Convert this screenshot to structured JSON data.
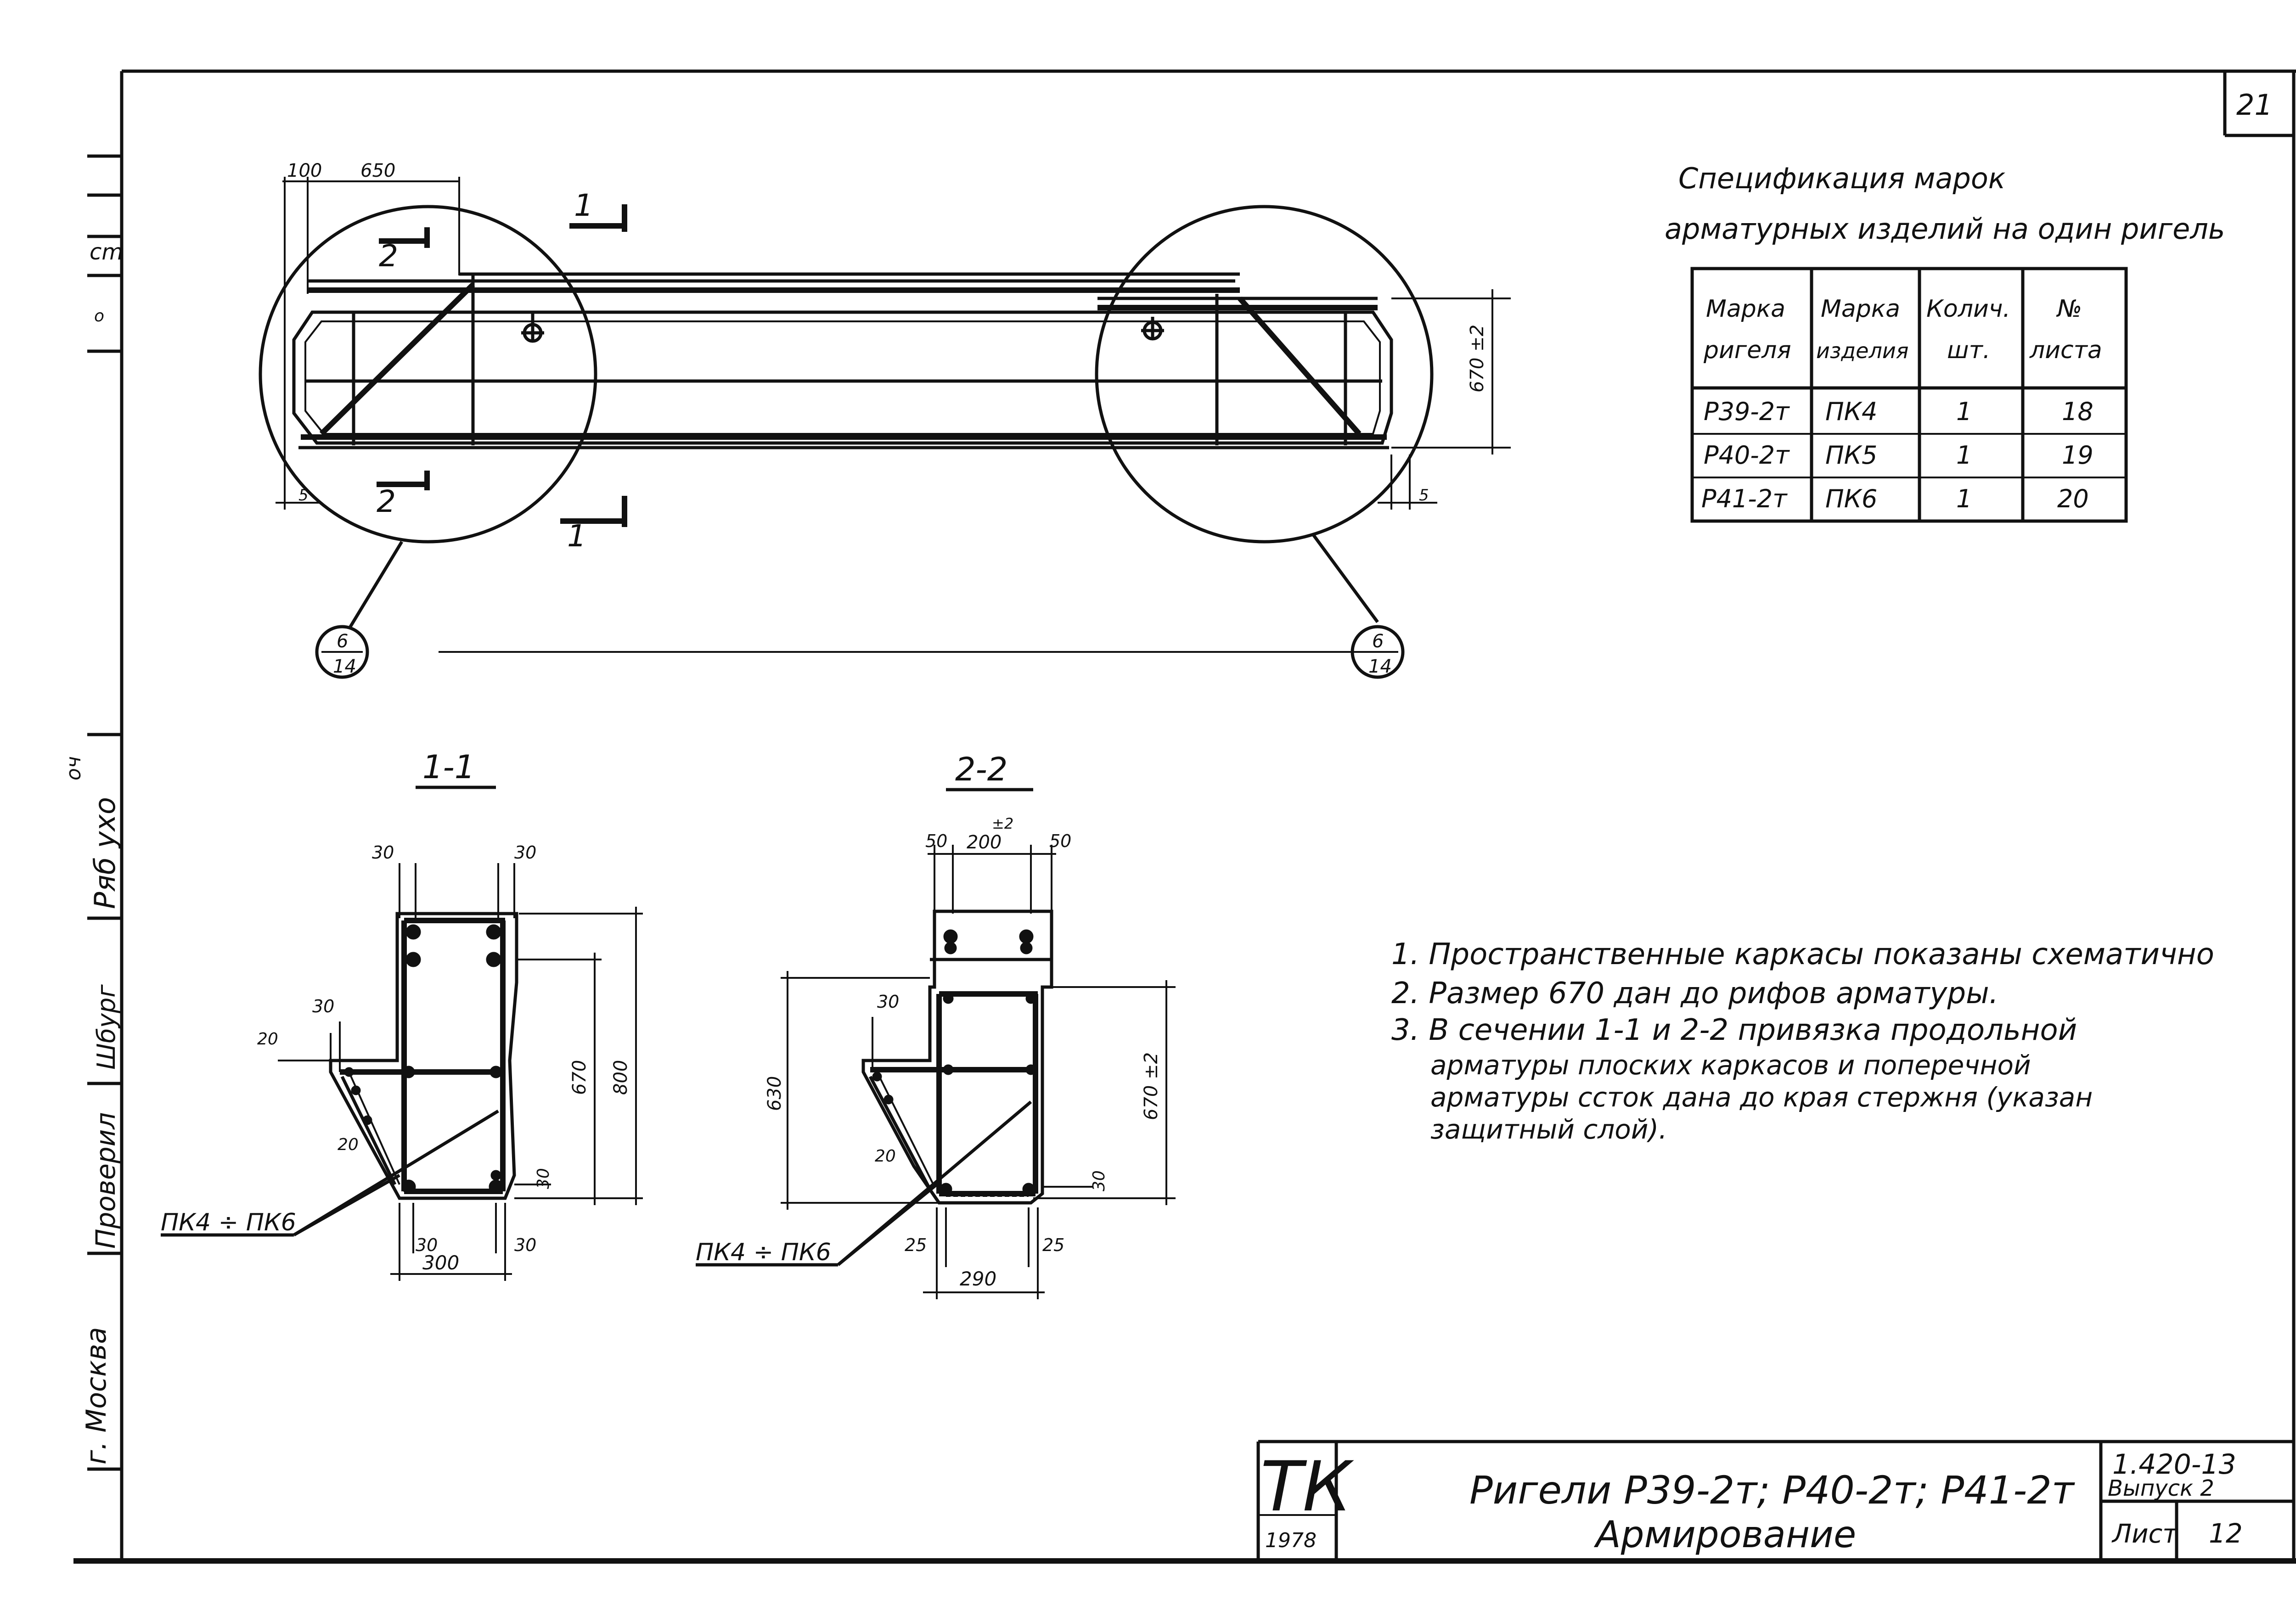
{
  "sheet_number": "21",
  "spec": {
    "title_line1": "Спецификация марок",
    "title_line2": "арматурных изделий на один ригель",
    "headers": [
      "Марка ригеля",
      "Марка изделия",
      "Колич. шт.",
      "№ листа"
    ],
    "header_lines": [
      [
        "Марка",
        "ригеля"
      ],
      [
        "Марка",
        "изделия"
      ],
      [
        "Колич.",
        "шт."
      ],
      [
        "№",
        "листа"
      ]
    ],
    "rows": [
      [
        "Р39-2т",
        "ПК4",
        "1",
        "18"
      ],
      [
        "Р40-2т",
        "ПК5",
        "1",
        "19"
      ],
      [
        "Р41-2т",
        "ПК6",
        "1",
        "20"
      ]
    ]
  },
  "elevation": {
    "dim_100": "100",
    "dim_650": "650",
    "dim_670": "670 ±2",
    "dim_5_left": "5",
    "dim_5_right": "5",
    "cut1_top": "1",
    "cut1_bottom": "1",
    "cut2_top": "2",
    "cut2_bottom": "2",
    "callout_left_top": "6",
    "callout_left_bottom": "14",
    "callout_right_top": "6",
    "callout_right_bottom": "14"
  },
  "section_1_1": {
    "title": "1-1",
    "dims": {
      "d30_left": "30",
      "d30_right": "30",
      "d30_shelf": "30",
      "d20_top": "20",
      "d20_slope": "20",
      "d670": "670",
      "d800": "800",
      "d30_bottom": "30",
      "d30_bl": "30",
      "d30_br": "30",
      "d300": "300"
    },
    "label": "ПК4 ÷ ПК6"
  },
  "section_2_2": {
    "title": "2-2",
    "dims": {
      "d50_left": "50",
      "d200": "200",
      "d200_tol": "±2",
      "d50_right": "50",
      "d30_shelf": "30",
      "d630": "630",
      "d670": "670 ±2",
      "d20_slope": "20",
      "d30_bottom": "30",
      "d25_left": "25",
      "d25_right": "25",
      "d290": "290"
    },
    "label": "ПК4 ÷ ПК6"
  },
  "notes": {
    "n1": "1. Пространственные каркасы показаны схематично",
    "n2": "2. Размер 670 дан до рифов арматуры.",
    "n3a": "3. В   сечении  1-1  и  2-2  привязка  продольной",
    "n3b": "арматуры                 плоских каркасов  и поперечной",
    "n3c": "арматуры  сстоκ  дана  до края  стержня (указан",
    "n3d": "защитный   слой)."
  },
  "stamp": {
    "logo": "ТК",
    "year": "1978",
    "title_line1": "Ригели Р39-2т; Р40-2т; Р41-2т",
    "title_line2": "Армирование",
    "series": "1.420-13",
    "issue": "Выпуск 2",
    "sheet_label": "Лист",
    "sheet_value": "12"
  },
  "sidebar": {
    "cm_mark": "cm",
    "dot_mark": "о",
    "vac": "Ряб ухо",
    "vac_small": "оч",
    "sign1": "Шбург",
    "check": "Проверил",
    "city": "г. Москва"
  }
}
